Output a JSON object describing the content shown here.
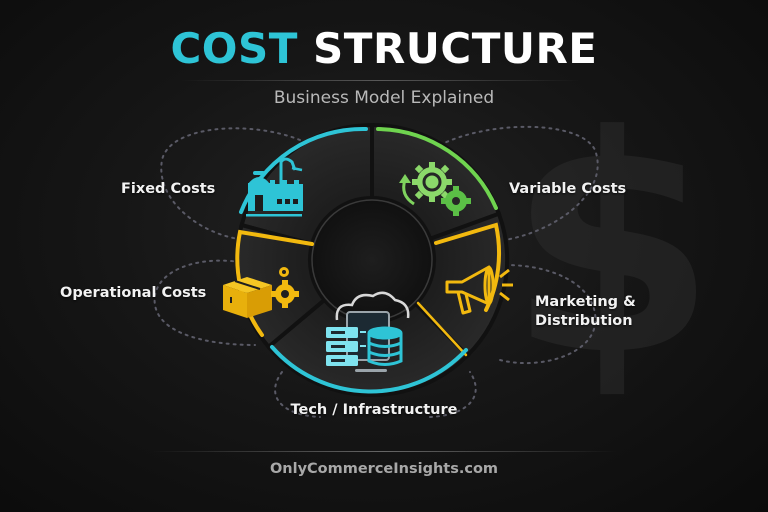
{
  "header": {
    "title_accent": "COST",
    "title_rest": "STRUCTURE",
    "subtitle": "Business Model Explained"
  },
  "diagram": {
    "type": "segmented-ring",
    "center_icon": "none",
    "background_icon": "dollar-sign-icon",
    "segments": [
      {
        "label": "Fixed Costs",
        "icon": "factory-icon",
        "color": "#2ec4d6"
      },
      {
        "label": "Variable Costs",
        "icon": "gears-cycle-icon",
        "color": "#6fd44f"
      },
      {
        "label_line1": "Marketing &",
        "label_line2": "Distribution",
        "label": "Marketing & Distribution",
        "icon": "megaphone-icon",
        "color": "#f2b90f"
      },
      {
        "label": "Tech / Infrastructure",
        "icon": "cloud-server-database-icon",
        "color": "#2ec4d6"
      },
      {
        "label": "Operational Costs",
        "icon": "box-gear-icon",
        "color": "#f2b90f"
      }
    ]
  },
  "colors": {
    "accent_cyan": "#2ec4d6",
    "accent_green": "#6fd44f",
    "accent_yellow": "#f2b90f",
    "background": "#141414",
    "segment_fill": "#262626"
  },
  "footer": {
    "website": "OnlyCommerceInsights.com"
  }
}
